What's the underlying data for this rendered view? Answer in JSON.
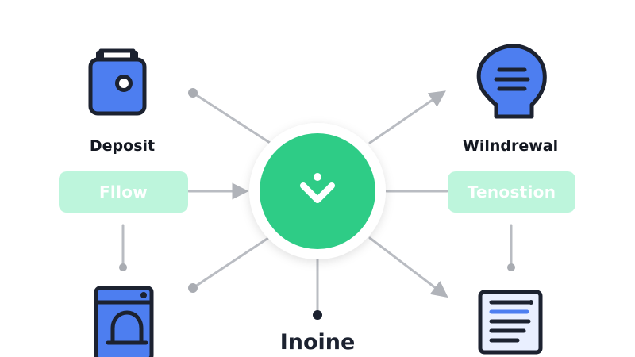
{
  "nodes": {
    "deposit_label": "Deposit",
    "withdrawal_label": "Wilndrewal",
    "bottom_label": "Inoine"
  },
  "pills": {
    "left": "Fllow",
    "right": "Tenostion"
  },
  "icons": {
    "top_left": "bag-icon",
    "top_right": "receipt-list-icon",
    "bottom_left": "device-screen-icon",
    "bottom_right": "document-lines-icon",
    "center": "chevron-check-icon"
  },
  "colors": {
    "hub": "#2ecc86",
    "pill": "#bdf5dc",
    "icon_fill": "#4d7ef0",
    "connector": "#b9bcc2",
    "text": "#141821"
  }
}
